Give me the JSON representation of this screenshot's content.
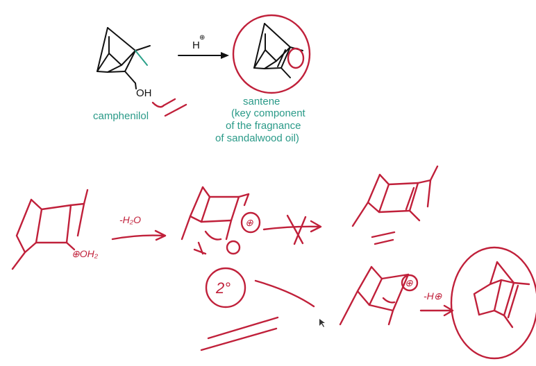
{
  "reaction_top": {
    "reactant_name": "camphenilol",
    "reactant_group": "OH",
    "reagent": "H",
    "reagent_charge": "⊕",
    "product_name": "santene",
    "product_note_lines": [
      "(key component",
      "of the fragnance",
      "of sandalwood oil)"
    ]
  },
  "annotations": {
    "minus_water": "-H₂O",
    "leaving_group": "⊕OH₂",
    "carbocation_charge": "⊕",
    "secondary_label": "2°",
    "proton_loss": "-H⊕"
  },
  "colors": {
    "structure": "#111111",
    "label_green": "#2a9a88",
    "annotation_red": "#c0203a"
  }
}
